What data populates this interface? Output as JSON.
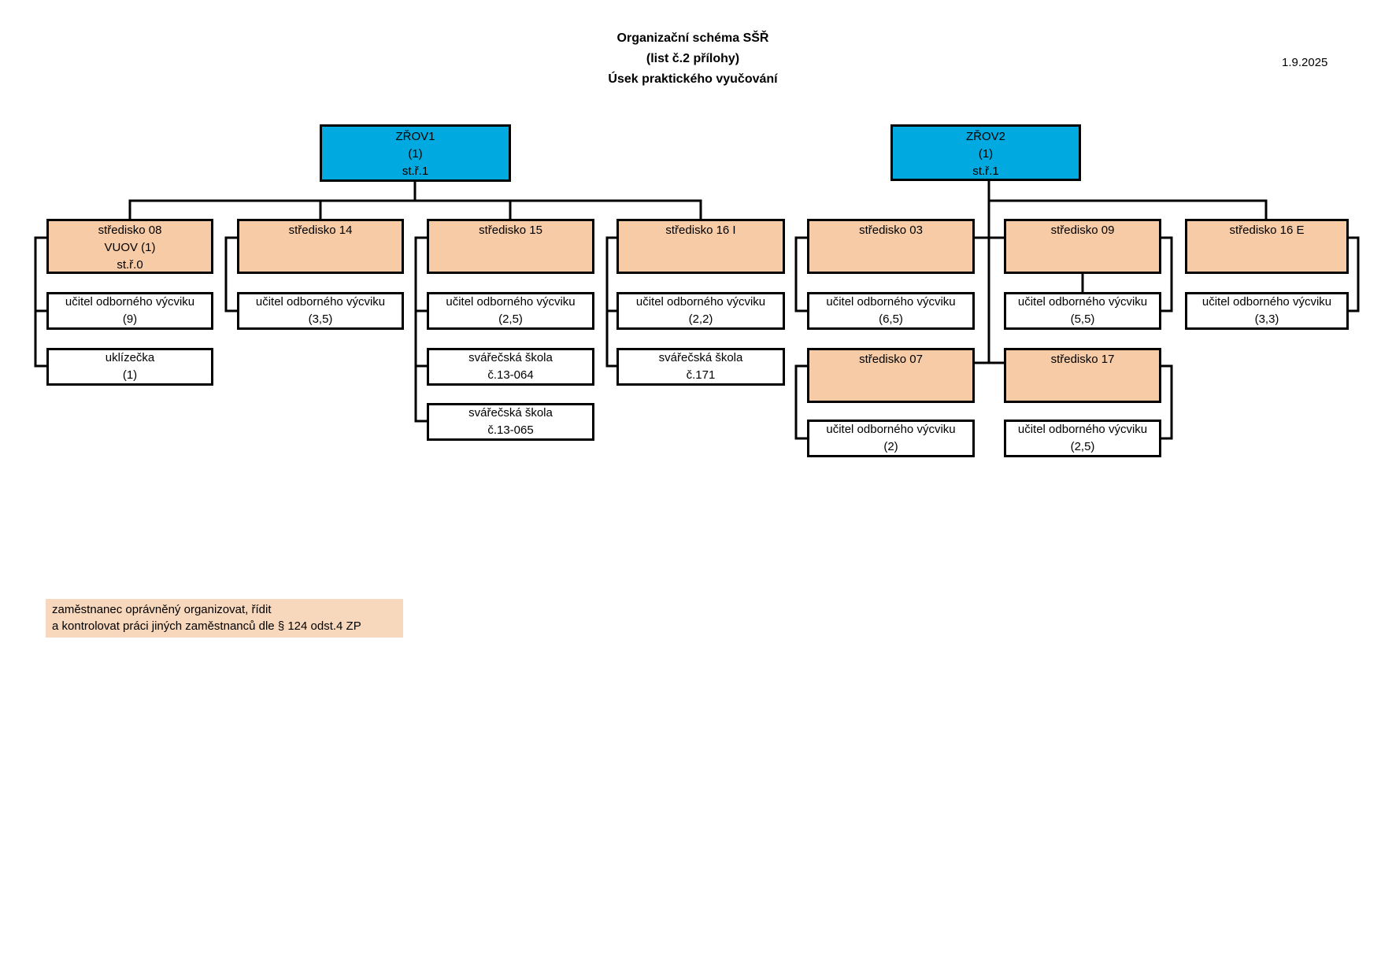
{
  "title": {
    "line1": "Organizační schéma SŠŘ",
    "line2": "(list č.2 přílohy)",
    "line3": "Úsek praktického vyučování"
  },
  "date": "1.9.2025",
  "nodes": {
    "zrov1": {
      "l1": "ZŘOV1",
      "l2": "(1)",
      "l3": "st.ř.1"
    },
    "zrov2": {
      "l1": "ZŘOV2",
      "l2": "(1)",
      "l3": "st.ř.1"
    },
    "s08": {
      "l1": "středisko 08",
      "l2": "VUOV (1)",
      "l3": "st.ř.0"
    },
    "s14": {
      "l1": "středisko 14"
    },
    "s15": {
      "l1": "středisko 15"
    },
    "s16i": {
      "l1": "středisko 16 I"
    },
    "s03": {
      "l1": "středisko 03"
    },
    "s09": {
      "l1": "středisko 09"
    },
    "s16e": {
      "l1": "středisko 16 E"
    },
    "s07": {
      "l1": "středisko 07"
    },
    "s17": {
      "l1": "středisko 17"
    },
    "uov08": {
      "l1": "učitel odborného výcviku",
      "l2": "(9)"
    },
    "ukl08": {
      "l1": "uklízečka",
      "l2": "(1)"
    },
    "uov14": {
      "l1": "učitel odborného výcviku",
      "l2": "(3,5)"
    },
    "uov15": {
      "l1": "učitel odborného výcviku",
      "l2": "(2,5)"
    },
    "sv064": {
      "l1": "svářečská škola",
      "l2": "č.13-064"
    },
    "sv065": {
      "l1": "svářečská škola",
      "l2": "č.13-065"
    },
    "uov16i": {
      "l1": "učitel odborného výcviku",
      "l2": "(2,2)"
    },
    "sv171": {
      "l1": "svářečská škola",
      "l2": "č.171"
    },
    "uov03": {
      "l1": "učitel odborného výcviku",
      "l2": "(6,5)"
    },
    "uov07": {
      "l1": "učitel odborného výcviku",
      "l2": "(2)"
    },
    "uov09": {
      "l1": "učitel odborného výcviku",
      "l2": "(5,5)"
    },
    "uov17": {
      "l1": "učitel odborného výcviku",
      "l2": "(2,5)"
    },
    "uov16e": {
      "l1": "učitel odborného výcviku",
      "l2": "(3,3)"
    }
  },
  "legend": {
    "line1": "zaměstnanec oprávněný organizovat, řídit",
    "line2": " a kontrolovat práci jiných zaměstnanců dle § 124 odst.4 ZP"
  },
  "colors": {
    "root_fill": "#00a9e0",
    "dept_fill": "#f6cba5",
    "legend_fill": "#f8d8bd",
    "line": "#000000"
  }
}
